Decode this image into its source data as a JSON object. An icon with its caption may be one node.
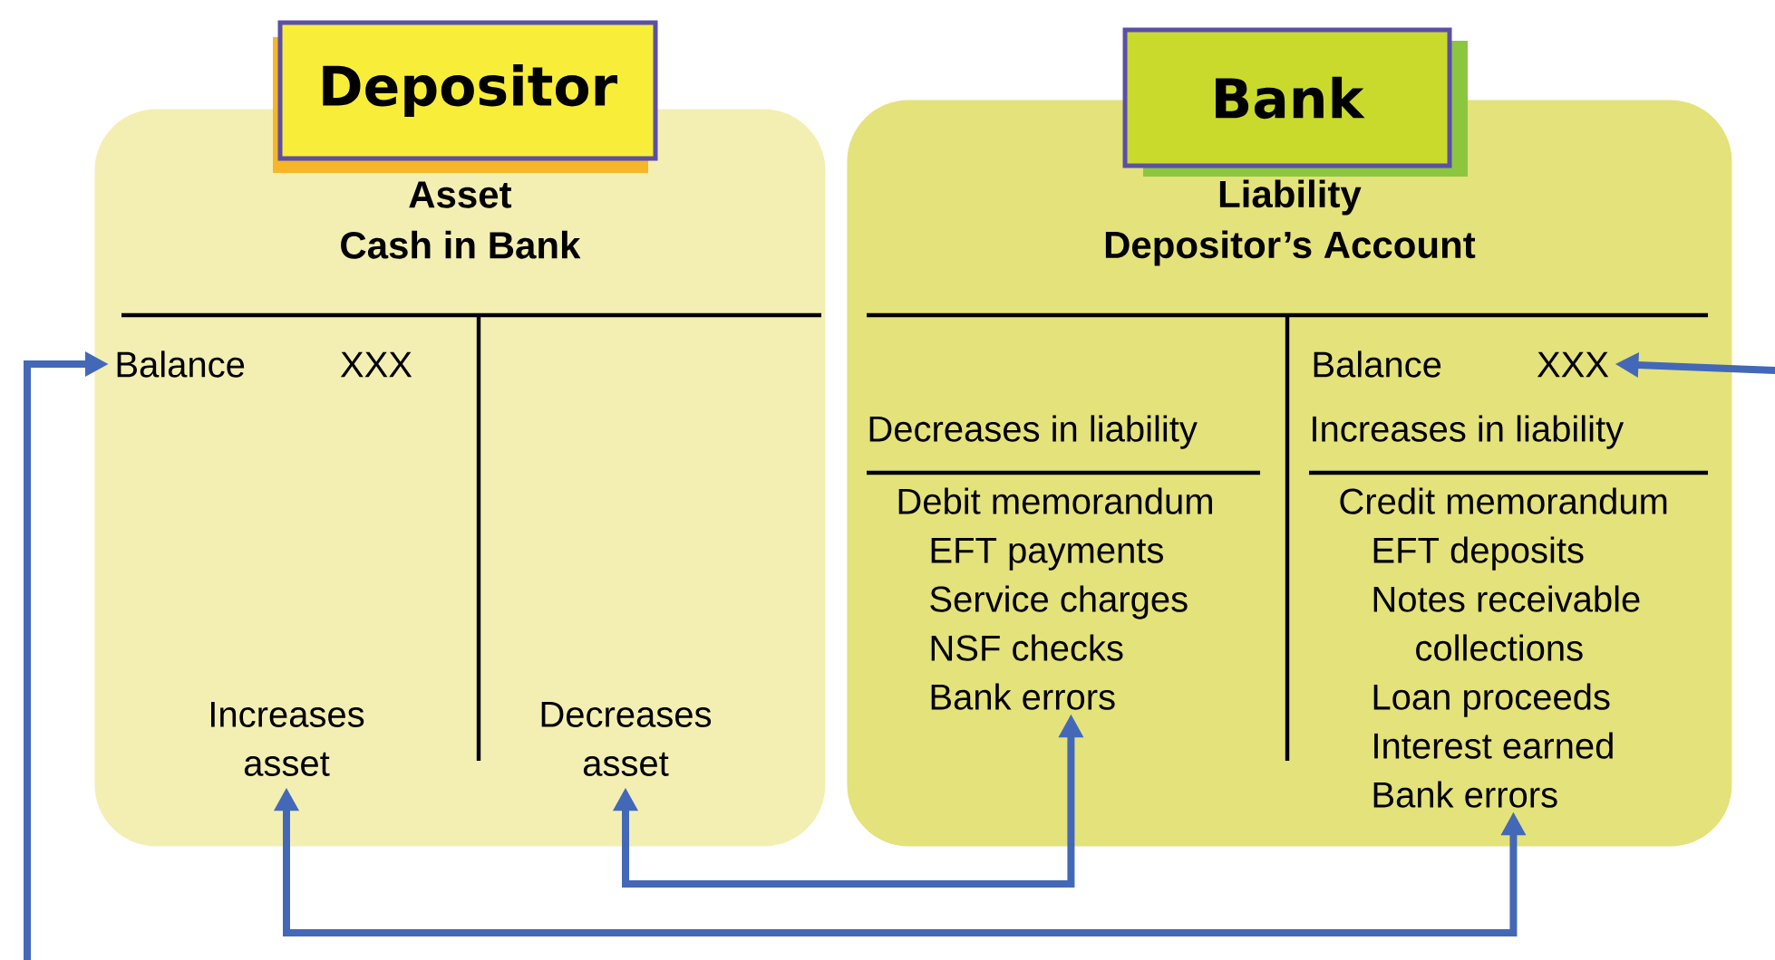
{
  "diagram": {
    "nodes": [
      {
        "text": [
          "Depositor"
        ]
      },
      {
        "text": [
          "Asset",
          "Cash in Bank"
        ]
      },
      {
        "text": [
          "Balance",
          "XXX"
        ],
        "in": 1
      },
      {
        "text": [
          "Increases asset"
        ],
        "in": 1
      },
      {
        "text": [
          "Decreases asset"
        ],
        "in": 1
      },
      {
        "text": [
          "Bank"
        ]
      },
      {
        "text": [
          "Liability",
          "Depositor’s Account"
        ]
      },
      {
        "text": [
          "Balance",
          "XXX"
        ],
        "in": 6
      },
      {
        "text": [
          "Decreases in liability",
          "Debit memorandum",
          "EFT payments",
          "Service charges",
          "NSF checks",
          "Bank errors"
        ],
        "in": 6
      },
      {
        "text": [
          "Increases in liability",
          "Credit memorandum",
          "EFT deposits",
          "Notes receivable collections",
          "Loan proceeds",
          "Interest earned",
          "Bank errors"
        ],
        "in": 6
      }
    ],
    "edges": [
      {
        "from": null,
        "to": 2,
        "arrow": "to"
      },
      {
        "from": null,
        "to": 7,
        "arrow": "to"
      },
      {
        "from": 4,
        "to": 8,
        "arrow": "both"
      },
      {
        "from": 3,
        "to": 9,
        "arrow": "both"
      }
    ]
  }
}
